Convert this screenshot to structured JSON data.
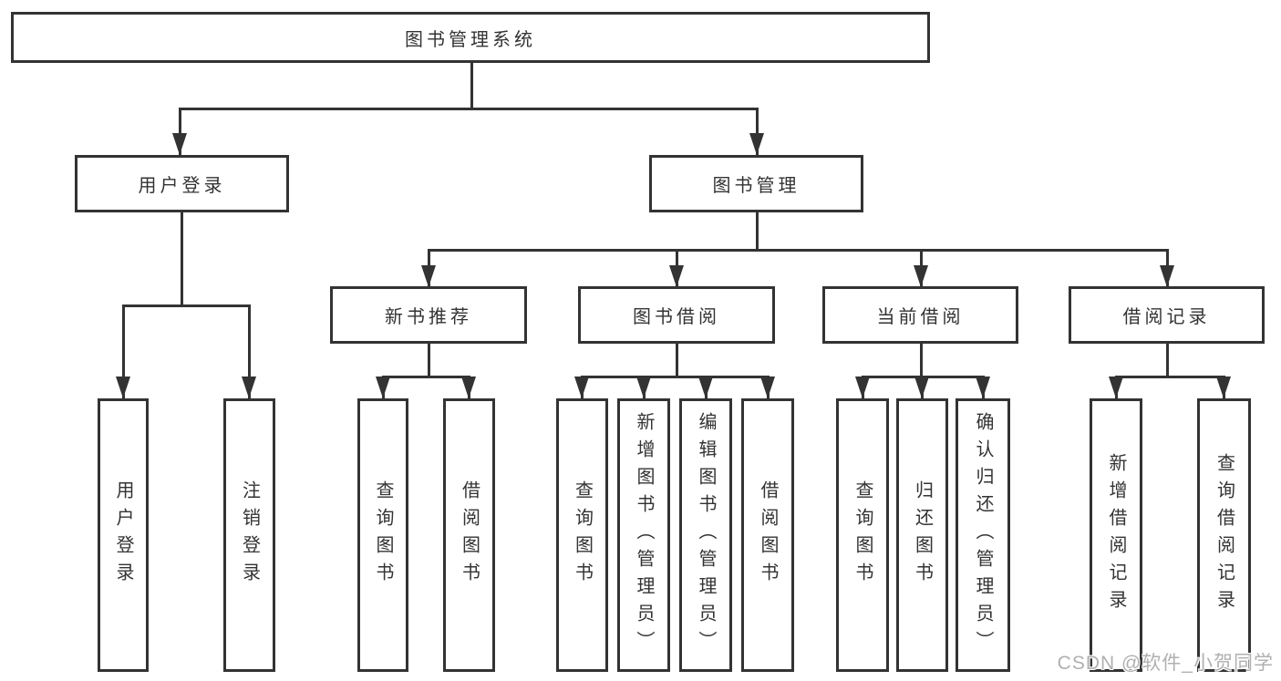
{
  "nodes": {
    "root": "图书管理系统",
    "level2": [
      "用户登录",
      "图书管理"
    ],
    "level3": [
      "新书推荐",
      "图书借阅",
      "当前借阅",
      "借阅记录"
    ],
    "leaves": {
      "user_login": [
        "用户登录",
        "注销登录"
      ],
      "new_book_rec": [
        "查询图书",
        "借阅图书"
      ],
      "book_borrow": [
        "查询图书",
        "新增图书（管理员）",
        "编辑图书（管理员）",
        "借阅图书"
      ],
      "current_borrow": [
        "查询图书",
        "归还图书",
        "确认归还（管理员）"
      ],
      "borrow_record": [
        "新增借阅记录",
        "查询借阅记录"
      ]
    }
  },
  "watermark": "CSDN @软件_小贺同学",
  "colors": {
    "line": "#333333",
    "text": "#333333",
    "box_fill": "#ffffff",
    "background": "#ffffff",
    "watermark": "#b0b0b0"
  }
}
